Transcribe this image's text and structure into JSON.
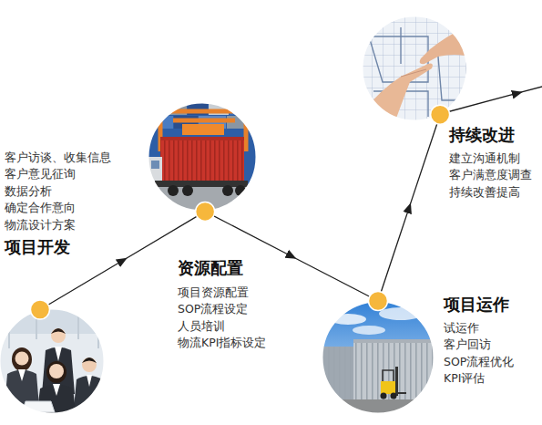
{
  "diagram": {
    "nodes": [
      {
        "text": [
          "项目开发",
          "客户访谈、收集信息 客户意见征询 数据分析 确定合作意向 物流设计方案"
        ]
      },
      {
        "text": [
          "资源配置",
          "项目资源配置 SOP流程设定 人员培训 物流KPI指标设定"
        ]
      },
      {
        "text": [
          "项目运作",
          "试运作 客户回访 SOP流程优化 KPI评估"
        ]
      },
      {
        "text": [
          "持续改进",
          "建立沟通机制 客户满意度调查 持续改善提高"
        ]
      }
    ],
    "edges": [
      {
        "from": 0,
        "to": 1,
        "arrow": "to"
      },
      {
        "from": 1,
        "to": 2,
        "arrow": "to"
      },
      {
        "from": 2,
        "to": 3,
        "arrow": "to"
      }
    ]
  }
}
